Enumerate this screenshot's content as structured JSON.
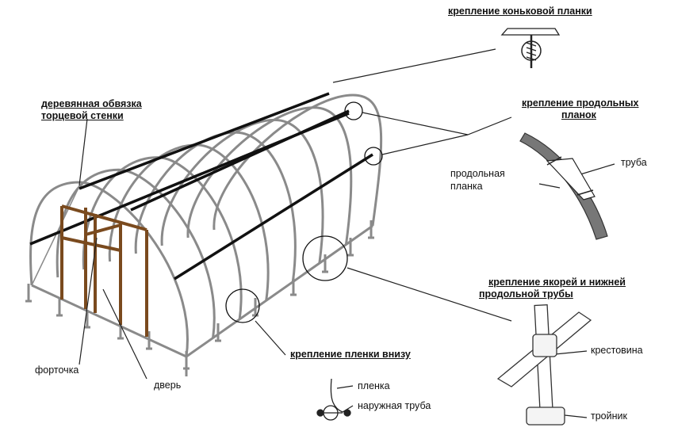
{
  "labels": {
    "ridge_fastening": "крепление коньковой планки",
    "wooden_frame_line1": "деревянная обвязка",
    "wooden_frame_line2": "торцевой стенки",
    "longitudinal_fastening_line1": "крепление продольных",
    "longitudinal_fastening_line2": "планок",
    "pipe": "труба",
    "longitudinal_strip_line1": "продольная",
    "longitudinal_strip_line2": "планка",
    "anchor_fastening_line1": "крепление якорей и нижней",
    "anchor_fastening_line2": "продольной трубы",
    "cross_fitting": "крестовина",
    "film_fastening_bottom": "крепление пленки внизу",
    "film": "пленка",
    "outer_pipe": "наружная труба",
    "window": "форточка",
    "door": "дверь",
    "tee_fitting": "тройник"
  },
  "colors": {
    "frame": "#8a8a8a",
    "wood": "#7a4a1e",
    "strip": "#111111",
    "leader": "#222222"
  }
}
